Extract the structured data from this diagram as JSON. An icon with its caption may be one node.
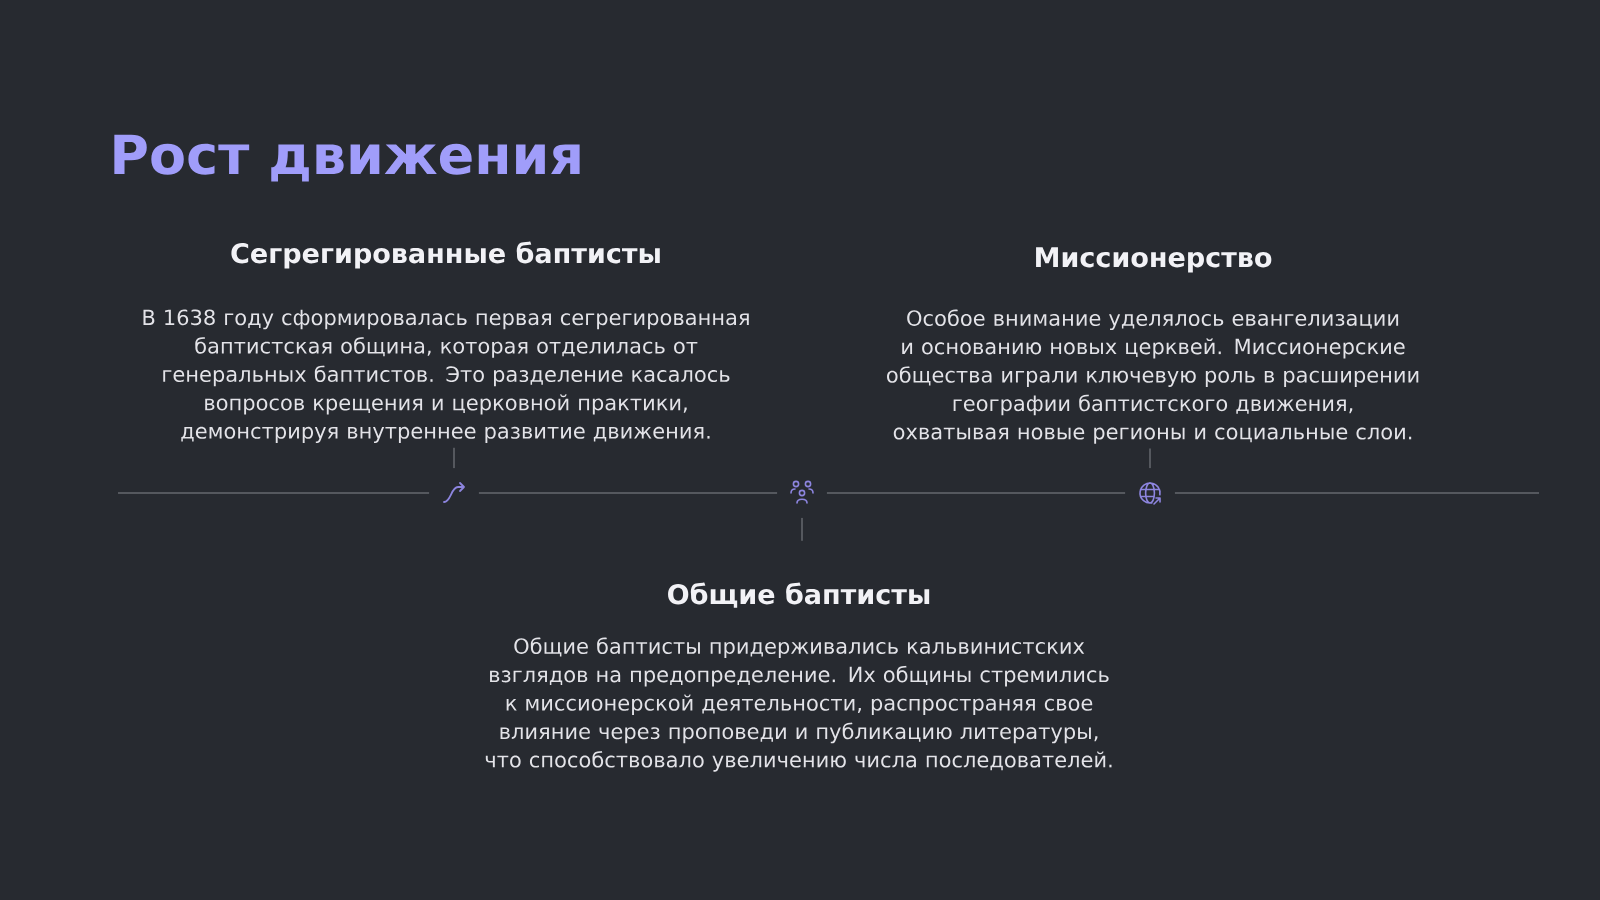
{
  "diagram": {
    "title": "Рост движения",
    "nodes": [
      {
        "text": [
          "Сегрегированные баптисты",
          "В 1638 году сформировалась первая сегрегированная баптистская община, которая отделилась от генеральных баптистов. Это разделение касалось вопросов крещения и церковной практики, демонстрируя внутреннее развитие движения."
        ]
      },
      {
        "text": [
          "Миссионерство",
          "Особое внимание уделялось евангелизации и основанию новых церквей. Миссионерские общества играли ключевую роль в расширении географии баптистского движения, охватывая новые регионы и социальные слои."
        ]
      },
      {
        "text": [],
        "shape": "picture"
      },
      {
        "text": [],
        "shape": "picture"
      },
      {
        "text": [],
        "shape": "picture"
      },
      {
        "text": [
          "Общие баптисты",
          "Общие баптисты придерживались кальвинистских взглядов на предопределение. Их общины стремились к миссионерской деятельности, распространяя свое влияние через проповеди и публикацию литературы, что способствовало увеличению числа последователей."
        ]
      }
    ],
    "edges": [
      {
        "from": 2,
        "to": 0,
        "arrow": "none"
      },
      {
        "from": 3,
        "to": 5,
        "arrow": "none"
      },
      {
        "from": 4,
        "to": 1,
        "arrow": "none"
      },
      {
        "from": null,
        "to": 2,
        "arrow": "none"
      },
      {
        "from": 2,
        "to": 3,
        "arrow": "none"
      },
      {
        "from": 3,
        "to": 4,
        "arrow": "none"
      },
      {
        "from": 4,
        "to": null,
        "arrow": "none"
      }
    ]
  }
}
